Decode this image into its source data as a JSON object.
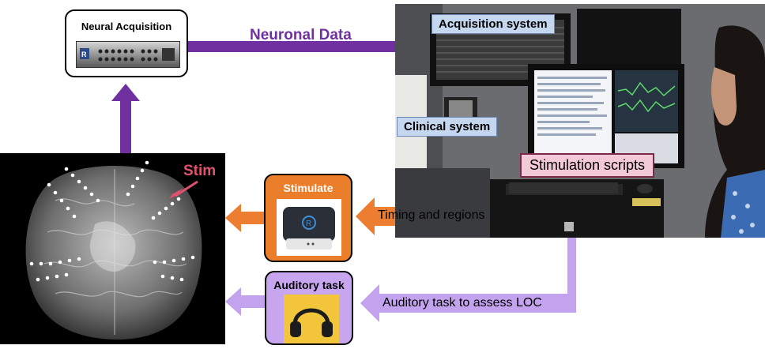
{
  "neural_acquisition": {
    "title": "Neural Acquisition"
  },
  "neuronal_data_label": "Neuronal Data",
  "photo_labels": {
    "acquisition_system": "Acquisition system",
    "clinical_system": "Clinical system",
    "stimulation_scripts": "Stimulation scripts"
  },
  "brain": {
    "stim_label": "Stim"
  },
  "stimulate": {
    "title": "Stimulate"
  },
  "auditory": {
    "title": "Auditory task"
  },
  "timing_label": "Timing and regions",
  "auditory_arrow_label": "Auditory task to assess LOC",
  "colors": {
    "purple_arrow": "#7030a0",
    "orange_arrow": "#ed7d31",
    "lavender_arrow": "#c3a2ee",
    "stimulate_fill": "#ea7e2b",
    "auditory_fill": "#c8a6ef",
    "stim_label": "#e2526f",
    "label_box_blue": "#c5d6ef",
    "stimulation_scripts_pink": "#f4c9d7"
  }
}
